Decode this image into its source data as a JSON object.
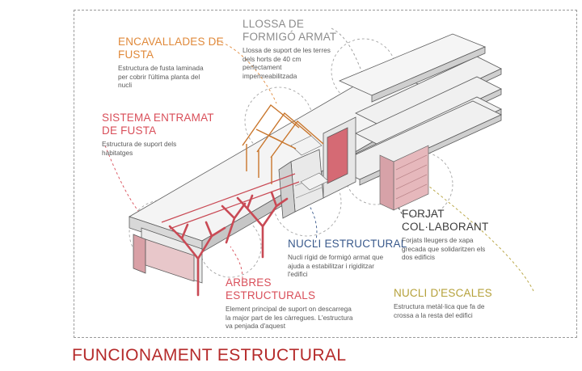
{
  "title": "FUNCIONAMENT ESTRUCTURAL",
  "colors": {
    "title": "#b52a2a",
    "timber_trusses": "#e0893a",
    "timber_frame": "#d94f5a",
    "slab": "#8c8c8c",
    "composite_deck": "#3d3d3d",
    "core": "#3a5a8c",
    "structural_trees": "#d94f5a",
    "stair_core": "#b5a13a"
  },
  "labels": {
    "encavallades": {
      "title_lines": [
        "ENCAVALLADES DE",
        "FUSTA"
      ],
      "desc_lines": [
        "Estructura de fusta laminada",
        "per cobrir l'última planta del",
        "nucli"
      ]
    },
    "llossa": {
      "title_lines": [
        "LLOSSA DE",
        "FORMIGÓ ARMAT"
      ],
      "desc_lines": [
        "Llossa de suport de les terres",
        "dels horts de 40 cm",
        "perfectament",
        "impermeabilitzada"
      ]
    },
    "sistema": {
      "title_lines": [
        "SISTEMA ENTRAMAT",
        "DE FUSTA"
      ],
      "desc_lines": [
        "Estructura de suport dels",
        "habitatges"
      ]
    },
    "forjat": {
      "title_lines": [
        "FORJAT",
        "COL·LABORANT"
      ],
      "desc_lines": [
        "Forjats lleugers de xapa",
        "grecada que solidaritzen els",
        "dos edificis"
      ]
    },
    "nucli_estructural": {
      "title_lines": [
        "NUCLI ESTRUCTURAL"
      ],
      "desc_lines": [
        "Nucli rígid de formigó armat que",
        "ajuda a estabilitzar i rigiditzar",
        "l'edifici"
      ]
    },
    "arbres": {
      "title_lines": [
        "ARBRES",
        "ESTRUCTURALS"
      ],
      "desc_lines": [
        "Element principal de suport on descarrega",
        "la major part de les càrregues. L'estructura",
        "va penjada d'aquest"
      ]
    },
    "nucli_escales": {
      "title_lines": [
        "NUCLI D'ESCALES"
      ],
      "desc_lines": [
        "Estructura metàl·lica que fa de",
        "crossa a la resta del edifici"
      ]
    }
  }
}
